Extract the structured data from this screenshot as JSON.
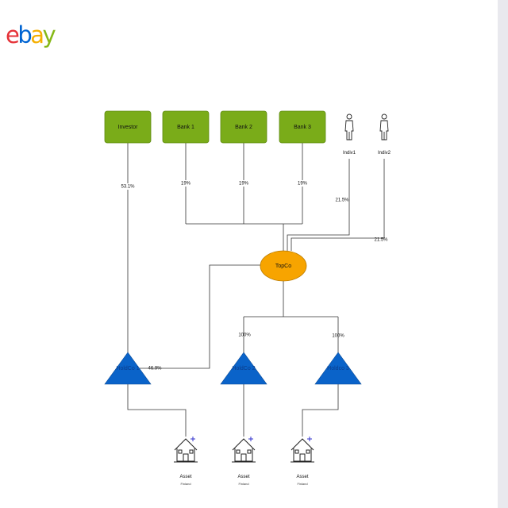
{
  "logo": {
    "letters": [
      "e",
      "b",
      "a",
      "y"
    ],
    "colors": [
      "#e53238",
      "#0064d2",
      "#f5af02",
      "#86b817"
    ]
  },
  "diagram": {
    "colors": {
      "green": "#7aac19",
      "orange": "#f7a400",
      "blue": "#0a63c9",
      "line": "#333333"
    },
    "shareholders": [
      {
        "id": "investor",
        "label": "Investor"
      },
      {
        "id": "bank1",
        "label": "Bank 1"
      },
      {
        "id": "bank2",
        "label": "Bank 2"
      },
      {
        "id": "bank3",
        "label": "Bank 3"
      }
    ],
    "individuals": [
      {
        "id": "indiv1",
        "label": "Indiv1",
        "icon": "person-icon"
      },
      {
        "id": "indiv2",
        "label": "Indiv2",
        "icon": "person-icon"
      }
    ],
    "topco": {
      "label": "TopCo"
    },
    "holdcos": [
      {
        "id": "holdco1",
        "label": "HoldCo 1"
      },
      {
        "id": "holdco2",
        "label": "HoldCo 2"
      },
      {
        "id": "holdco3",
        "label": "Holdco 3"
      }
    ],
    "assets": [
      {
        "label": "Asset",
        "sublabel": "Finland",
        "icon": "house-plus-icon"
      },
      {
        "label": "Asset",
        "sublabel": "Finland",
        "icon": "house-plus-icon"
      },
      {
        "label": "Asset",
        "sublabel": "Finland",
        "icon": "house-plus-icon"
      }
    ],
    "edge_labels": {
      "investor_holdco1": "53.1%",
      "bank1_topco": "19%",
      "bank2_topco": "19%",
      "bank3_topco": "19%",
      "indiv1_topco": "21.5%",
      "indiv2_topco": "21.5%",
      "topco_holdco1": "46.9%",
      "topco_holdco2": "100%",
      "topco_holdco3": "100%"
    }
  }
}
